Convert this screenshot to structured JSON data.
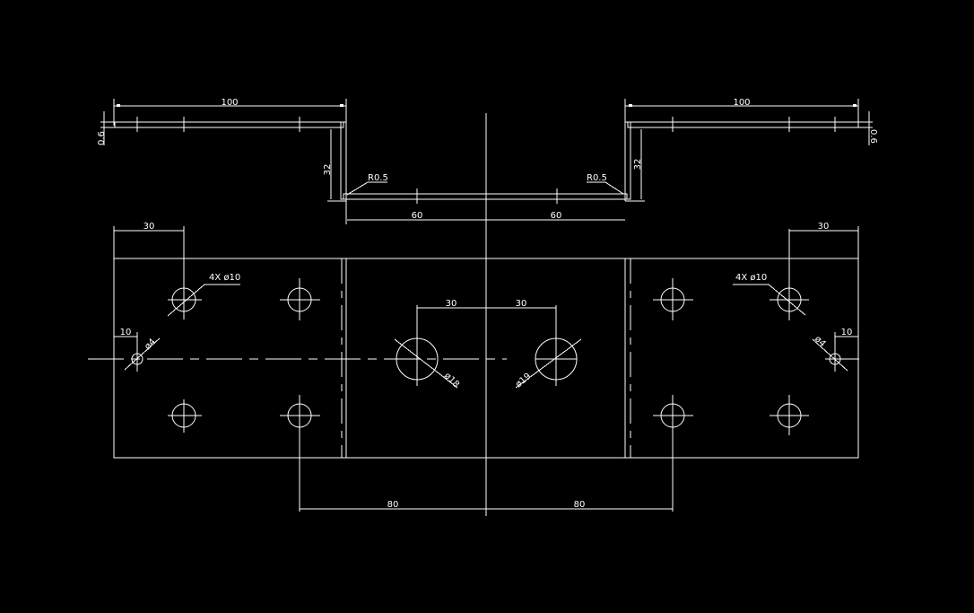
{
  "drawing": {
    "background": "#000000",
    "line_color": "#ffffff",
    "side_view": {
      "left_flange_length": "100",
      "right_flange_length": "100",
      "left_thickness": "0.6",
      "right_thickness": "0.6",
      "left_depth": "32",
      "right_depth": "32",
      "left_bend_radius": "R0.5",
      "right_bend_radius": "R0.5",
      "bottom_left_length": "60",
      "bottom_right_length": "60"
    },
    "flat_view": {
      "left_edge_to_hole": "30",
      "right_edge_to_hole": "30",
      "left_hole_callout": "4X ø10",
      "right_hole_callout": "4X ø10",
      "left_small_hole_offset": "10",
      "right_small_hole_offset": "10",
      "left_small_hole_dia": "ø4",
      "right_small_hole_dia": "ø4",
      "center_left_spacing": "30",
      "center_right_spacing": "30",
      "center_left_hole_dia": "ø18",
      "center_right_hole_dia": "ø19",
      "bottom_left_span": "80",
      "bottom_right_span": "80"
    }
  }
}
